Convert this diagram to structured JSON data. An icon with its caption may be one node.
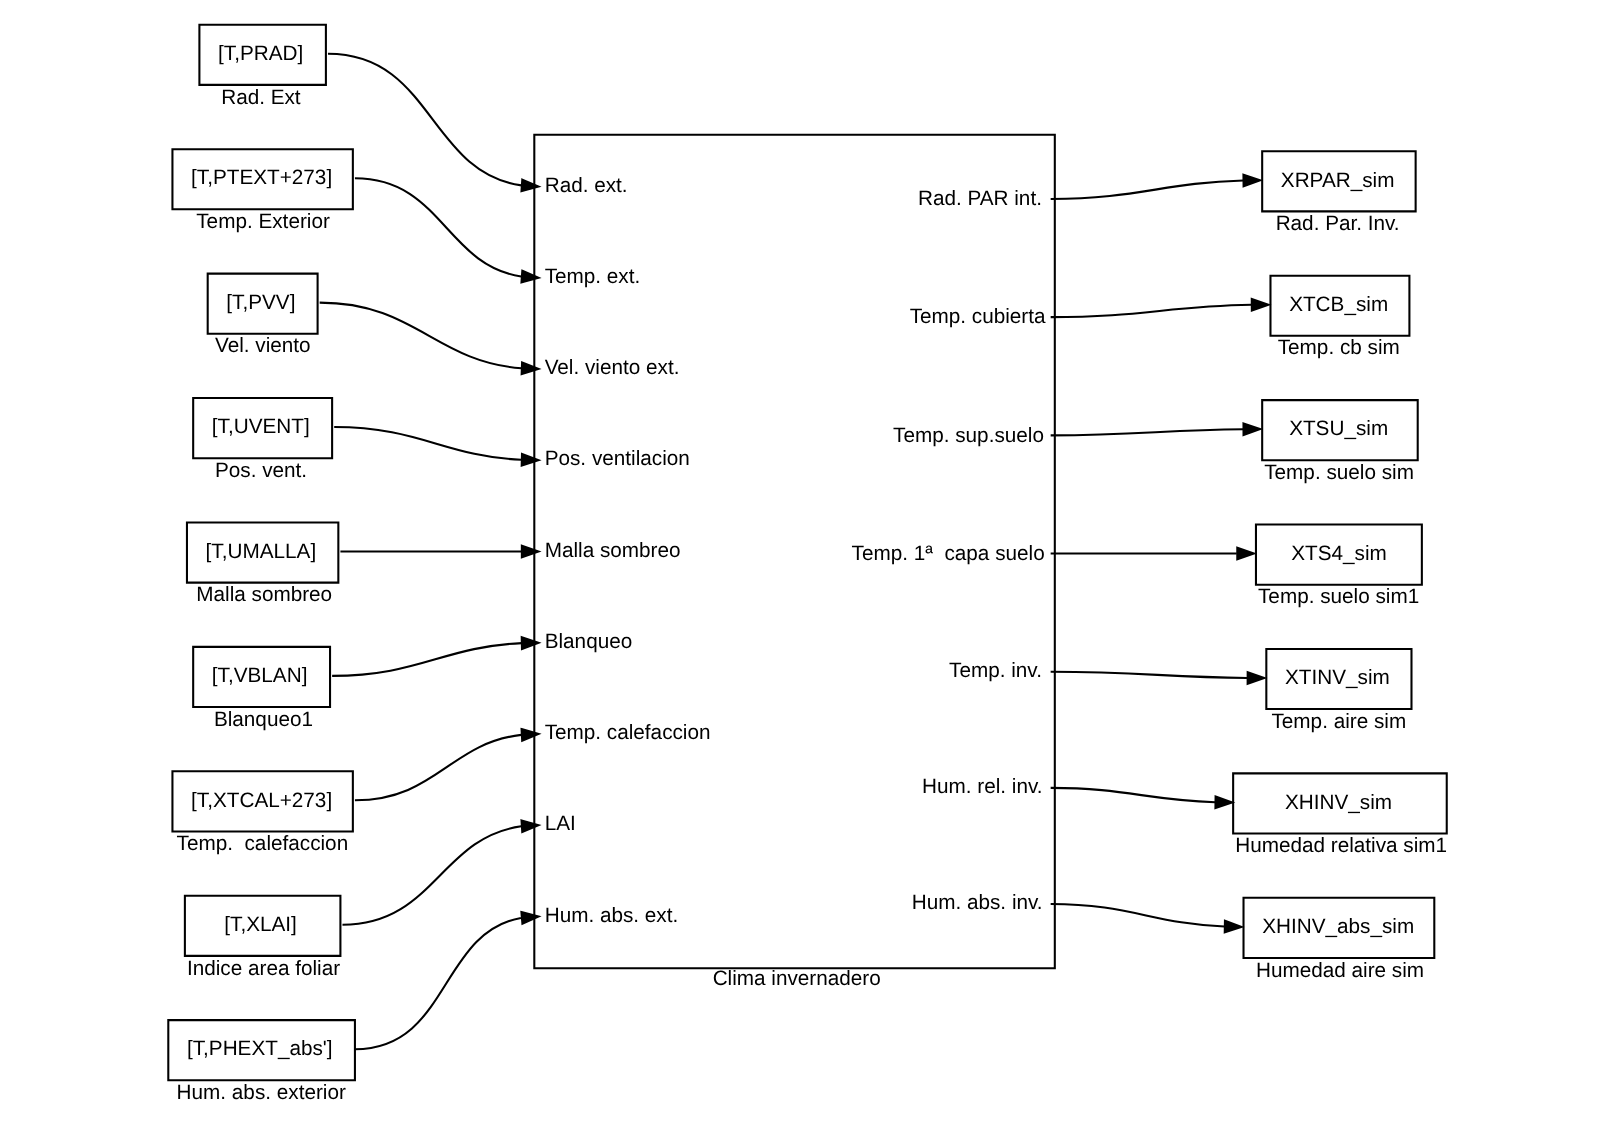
{
  "diagram": {
    "nodes": [
      {
        "text": [
          "[T,PRAD]"
        ],
        "beside": [
          "Rad. Ext"
        ]
      },
      {
        "text": [
          "[T,PTEXT+273]"
        ],
        "beside": [
          "Temp. Exterior"
        ]
      },
      {
        "text": [
          "[T,PVV]"
        ],
        "beside": [
          "Vel. viento"
        ]
      },
      {
        "text": [
          "[T,UVENT]"
        ],
        "beside": [
          "Pos. vent."
        ]
      },
      {
        "text": [
          "[T,UMALLA]"
        ],
        "beside": [
          "Malla sombreo"
        ]
      },
      {
        "text": [
          "[T,VBLAN]"
        ],
        "beside": [
          "Blanqueo1"
        ]
      },
      {
        "text": [
          "[T,XTCAL+273]"
        ],
        "beside": [
          "Temp.  calefaccion"
        ]
      },
      {
        "text": [
          "[T,XLAI]"
        ],
        "beside": [
          "Indice area foliar"
        ]
      },
      {
        "text": [
          "[T,PHEXT_abs']"
        ],
        "beside": [
          "Hum. abs. exterior"
        ]
      },
      {
        "text": [
          "Rad. ext.",
          "Temp. ext.",
          "Vel. viento ext.",
          "Pos. ventilacion",
          "Malla sombreo",
          "Blanqueo",
          "Temp. calefaccion",
          "LAI",
          "Hum. abs. ext.",
          "Rad. PAR int.",
          "Temp. cubierta",
          "Temp. sup.suelo",
          "Temp. 1ª  capa suelo",
          "Temp. inv.",
          "Hum. rel. inv.",
          "Hum. abs. inv."
        ],
        "beside": [
          "Clima invernadero"
        ]
      },
      {
        "text": [
          "XRPAR_sim"
        ],
        "beside": [
          "Rad. Par. Inv."
        ]
      },
      {
        "text": [
          "XTCB_sim"
        ],
        "beside": [
          "Temp. cb sim"
        ]
      },
      {
        "text": [
          "XTSU_sim"
        ],
        "beside": [
          "Temp. suelo sim"
        ]
      },
      {
        "text": [
          "XTS4_sim"
        ],
        "beside": [
          "Temp. suelo sim1"
        ]
      },
      {
        "text": [
          "XTINV_sim"
        ],
        "beside": [
          "Temp. aire sim"
        ]
      },
      {
        "text": [
          "XHINV_sim"
        ],
        "beside": [
          "Humedad relativa sim1"
        ]
      },
      {
        "text": [
          "XHINV_abs_sim"
        ],
        "beside": [
          "Humedad aire sim"
        ]
      }
    ],
    "edges": [
      {
        "from": 0,
        "to": 9,
        "arrow": "to"
      },
      {
        "from": 1,
        "to": 9,
        "arrow": "to"
      },
      {
        "from": 2,
        "to": 9,
        "arrow": "to"
      },
      {
        "from": 3,
        "to": 9,
        "arrow": "to"
      },
      {
        "from": 4,
        "to": 9,
        "arrow": "to"
      },
      {
        "from": 5,
        "to": 9,
        "arrow": "to"
      },
      {
        "from": 6,
        "to": 9,
        "arrow": "to"
      },
      {
        "from": 7,
        "to": 9,
        "arrow": "to"
      },
      {
        "from": 8,
        "to": 9,
        "arrow": "to"
      },
      {
        "from": 9,
        "to": 10,
        "arrow": "to"
      },
      {
        "from": 9,
        "to": 11,
        "arrow": "to"
      },
      {
        "from": 9,
        "to": 12,
        "arrow": "to"
      },
      {
        "from": 9,
        "to": 13,
        "arrow": "to"
      },
      {
        "from": 9,
        "to": 14,
        "arrow": "to"
      },
      {
        "from": 9,
        "to": 15,
        "arrow": "to"
      },
      {
        "from": 9,
        "to": 16,
        "arrow": "to"
      }
    ]
  }
}
